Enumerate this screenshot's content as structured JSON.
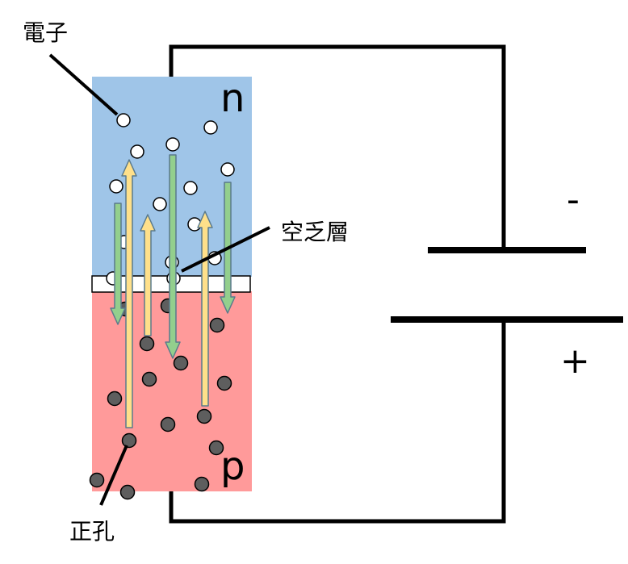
{
  "labels": {
    "electron": "電子",
    "depletion_layer": "空乏層",
    "hole": "正孔",
    "n_region": "n",
    "p_region": "p",
    "minus": "-",
    "plus": "+"
  },
  "colors": {
    "n_region": "#9fc5e8",
    "p_region": "#ff9a9a",
    "depletion_layer": "#ffffff",
    "electron": "#ffffff",
    "hole": "#5e5e5e",
    "arrow_up": "#ffe08a",
    "arrow_down": "#93cf8d",
    "wire": "#000000"
  },
  "diagram": {
    "electron_count": 14,
    "hole_count": 15,
    "upward_arrows": 3,
    "downward_arrows": 3
  }
}
